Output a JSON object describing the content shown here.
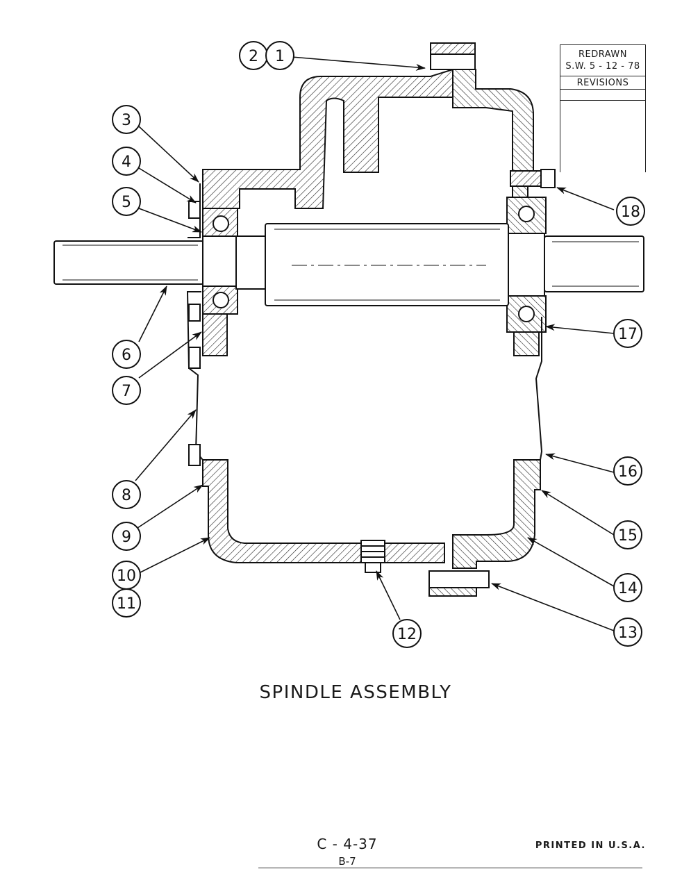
{
  "revision_block": {
    "redrawn": "REDRAWN",
    "signoff": "S.W. 5 - 12 - 78",
    "revisions": "REVISIONS"
  },
  "callouts": [
    "2",
    "1",
    "3",
    "4",
    "5",
    "6",
    "7",
    "8",
    "9",
    "10",
    "11",
    "12",
    "13",
    "14",
    "15",
    "16",
    "17",
    "18"
  ],
  "title": "SPINDLE ASSEMBLY",
  "footer": {
    "doc_number": "C - 4-37",
    "page": "B-7",
    "printed": "PRINTED IN U.S.A."
  }
}
